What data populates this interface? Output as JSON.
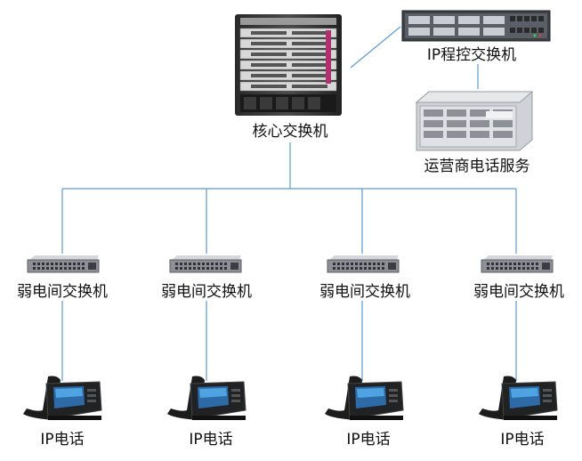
{
  "diagram": {
    "core_switch": {
      "label": "核心交换机",
      "icon": "chassis-switch-icon"
    },
    "ip_pbx": {
      "label": "IP程控交换机",
      "icon": "rack-pbx-icon"
    },
    "carrier_service": {
      "label": "运营商电话服务",
      "icon": "carrier-gateway-icon"
    },
    "access_switches": [
      {
        "label": "弱电间交换机",
        "icon": "access-switch-icon"
      },
      {
        "label": "弱电间交换机",
        "icon": "access-switch-icon"
      },
      {
        "label": "弱电间交换机",
        "icon": "access-switch-icon"
      },
      {
        "label": "弱电间交换机",
        "icon": "access-switch-icon"
      }
    ],
    "ip_phones": [
      {
        "label": "IP电话",
        "icon": "ip-phone-icon"
      },
      {
        "label": "IP电话",
        "icon": "ip-phone-icon"
      },
      {
        "label": "IP电话",
        "icon": "ip-phone-icon"
      },
      {
        "label": "IP电话",
        "icon": "ip-phone-icon"
      }
    ],
    "link_color": "#5b9bd5"
  }
}
